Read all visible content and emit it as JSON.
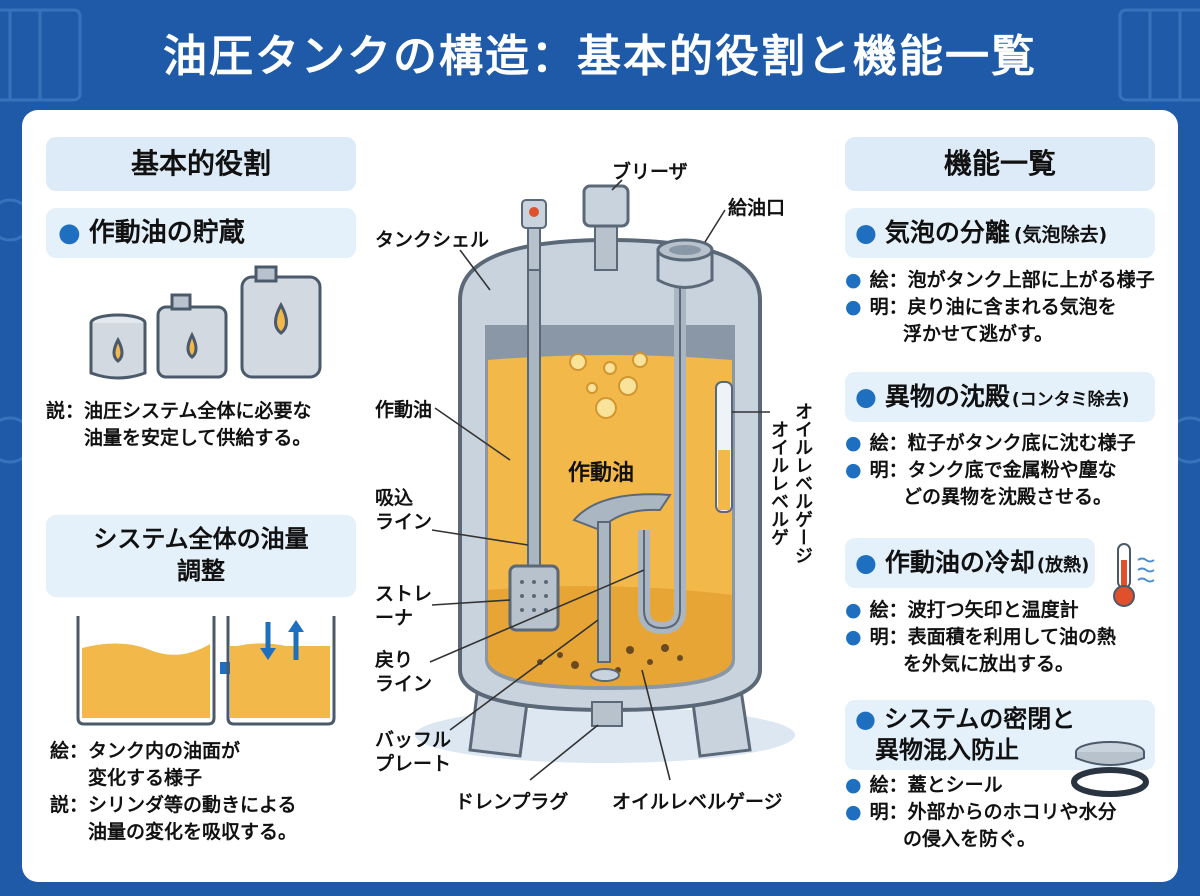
{
  "title": "油圧タンクの構造：基本的役割と機能一覧",
  "left": {
    "header": "基本的役割",
    "storage": {
      "heading": "作動油の貯蔵",
      "lines": [
        {
          "key": "説：",
          "text": "油圧システム全体に必要な"
        },
        {
          "key": "",
          "text": "油量を安定して供給する。"
        }
      ]
    },
    "adjust": {
      "heading_line1": "システム全体の油量",
      "heading_line2": "調整",
      "lines": [
        {
          "key": "絵：",
          "text": "タンク内の油面が"
        },
        {
          "key": "",
          "text": "変化する様子"
        },
        {
          "key": "説：",
          "text": "シリンダ等の動きによる"
        },
        {
          "key": "",
          "text": "油量の変化を吸収する。"
        }
      ]
    }
  },
  "center": {
    "labels": {
      "breather": "ブリーザ",
      "filler": "給油口",
      "shell": "タンクシェル",
      "oil": "作動油",
      "oil_inside": "作動油",
      "suction_1": "吸込",
      "suction_2": "ライン",
      "strainer_1": "ストレ",
      "strainer_2": "ーナ",
      "return_1": "戻り",
      "return_2": "ライン",
      "baffle_1": "バッフル",
      "baffle_2": "プレート",
      "drain": "ドレンプラグ",
      "gauge_bottom": "オイルレベルゲージ",
      "gauge_v1": "オイルレベルゲージ",
      "gauge_v2": "オイルレベルゲ"
    }
  },
  "right": {
    "header": "機能一覧",
    "items": [
      {
        "title": "気泡の分離",
        "note": "(気泡除去)",
        "lines": [
          {
            "key": "絵：",
            "text": "泡がタンク上部に上がる様子"
          },
          {
            "key": "明：",
            "text": "戻り油に含まれる気泡を"
          },
          {
            "key": "",
            "text": "浮かせて逃がす。"
          }
        ]
      },
      {
        "title": "異物の沈殿",
        "note": "(コンタミ除去)",
        "lines": [
          {
            "key": "絵：",
            "text": "粒子がタンク底に沈む様子"
          },
          {
            "key": "明：",
            "text": "タンク底で金属粉や塵な"
          },
          {
            "key": "",
            "text": "どの異物を沈殿させる。"
          }
        ]
      },
      {
        "title": "作動油の冷却",
        "note": "(放熱)",
        "lines": [
          {
            "key": "絵：",
            "text": "波打つ矢印と温度計"
          },
          {
            "key": "明：",
            "text": "表面積を利用して油の熱"
          },
          {
            "key": "",
            "text": "を外気に放出する。"
          }
        ]
      },
      {
        "title": "システムの密閉と",
        "title2": "異物混入防止",
        "lines": [
          {
            "key": "絵：",
            "text": "蓋とシール"
          },
          {
            "key": "明：",
            "text": "外部からのホコリや水分"
          },
          {
            "key": "",
            "text": "の侵入を防ぐ。"
          }
        ]
      }
    ]
  },
  "colors": {
    "brand": "#1e5aa8",
    "oil": "#f2b84a",
    "accent": "#1e6fc0",
    "steel": "#c9d3dd"
  }
}
